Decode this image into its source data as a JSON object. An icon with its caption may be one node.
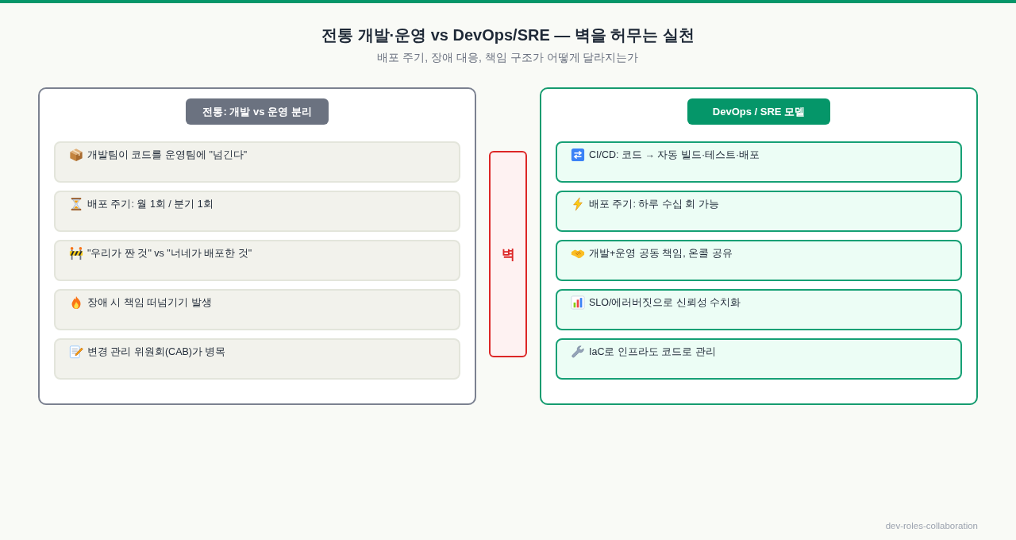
{
  "diagram": {
    "title": "전통 개발·운영 vs DevOps/SRE — 벽을 허무는 실천",
    "nodes": [
      {
        "text": [
          "전통: 개발 vs 운영 분리"
        ]
      },
      {
        "text": [
          "개발팀이 코드를 운영팀에 \"넘긴다\""
        ],
        "in": 0
      },
      {
        "text": [
          "배포 주기: 월 1회 / 분기 1회"
        ],
        "in": 0
      },
      {
        "text": [
          "\"우리가 짠 것\" vs \"너네가 배포한 것\""
        ],
        "in": 0
      },
      {
        "text": [
          "장애 시 책임 떠넘기기 발생"
        ],
        "in": 0
      },
      {
        "text": [
          "변경 관리 위원회(CAB)가 병목"
        ],
        "in": 0
      },
      {
        "text": [
          "벽"
        ]
      },
      {
        "text": [
          "DevOps / SRE 모델"
        ]
      },
      {
        "text": [
          "CI/CD: 코드 → 자동 빌드·테스트·배포"
        ],
        "in": 7
      },
      {
        "text": [
          "배포 주기: 하루 수십 회 가능"
        ],
        "in": 7
      },
      {
        "text": [
          "개발+운영 공동 책임, 온콜 공유"
        ],
        "in": 7
      },
      {
        "text": [
          "SLO/에러버짓으로 신뢰성 수치화"
        ],
        "in": 7
      },
      {
        "text": [
          "IaC로 인프라도 코드로 관리"
        ],
        "in": 7
      }
    ],
    "labels": [
      "배포 주기, 장애 대응, 책임 구조가 어떻게 달라지는가",
      "dev-roles-collaboration"
    ]
  }
}
